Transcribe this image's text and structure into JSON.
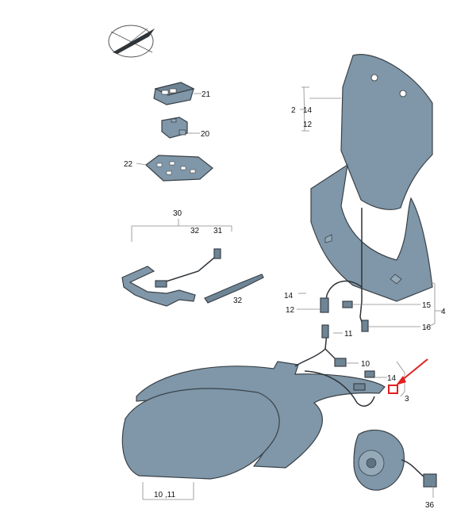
{
  "labels": {
    "p2": "2",
    "p14_top": "14",
    "p12_top": "12",
    "p21": "21",
    "p20": "20",
    "p22": "22",
    "p30": "30",
    "p32_top": "32",
    "p31": "31",
    "p32_bottom": "32",
    "p14_mid": "14",
    "p12_mid": "12",
    "p15": "15",
    "p4": "4",
    "p16": "16",
    "p11": "11",
    "p10": "10",
    "p14_low": "14",
    "p3": "3",
    "p10_11": "10 ,11",
    "p36": "36"
  },
  "colors": {
    "part_fill": "#7f97a8",
    "part_stroke": "#3a4148",
    "highlight_box": "#e02020",
    "arrow": "#e02020"
  },
  "icons": [
    "compass-logo-icon",
    "red-arrow-icon"
  ]
}
